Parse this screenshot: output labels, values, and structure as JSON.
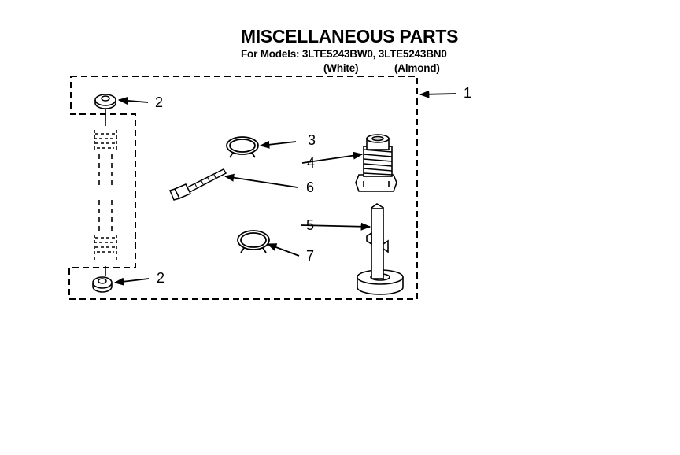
{
  "header": {
    "title": "MISCELLANEOUS PARTS",
    "models_line": "For Models: 3LTE5243BW0, 3LTE5243BN0",
    "variant_white": "(White)",
    "variant_almond": "(Almond)"
  },
  "callouts": {
    "kit": "1",
    "washer_top": "2",
    "washer_bottom": "2",
    "clamp_upper": "3",
    "fitting": "4",
    "post": "5",
    "cable_tie": "6",
    "clamp_lower": "7"
  },
  "colors": {
    "ink": "#000000",
    "paper": "#ffffff",
    "shade": "#d9d9d9"
  }
}
